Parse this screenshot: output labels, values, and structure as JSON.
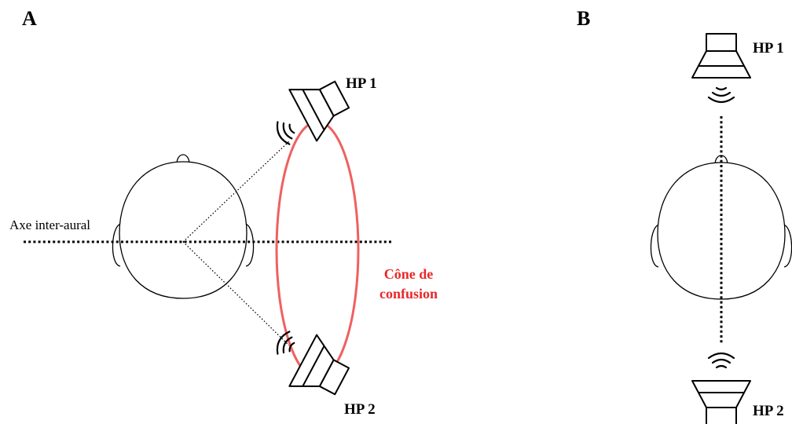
{
  "panels": {
    "a": {
      "letter": "A",
      "axis_label": "Axe inter-aural",
      "speaker_1_label": "HP 1",
      "speaker_2_label": "HP 2",
      "cone_label_line1": "Cône de",
      "cone_label_line2": "confusion"
    },
    "b": {
      "letter": "B",
      "speaker_1_label": "HP 1",
      "speaker_2_label": "HP 2"
    }
  },
  "colors": {
    "cone": "#f06060",
    "cone_label": "#e8282b",
    "lines": "#000000"
  }
}
